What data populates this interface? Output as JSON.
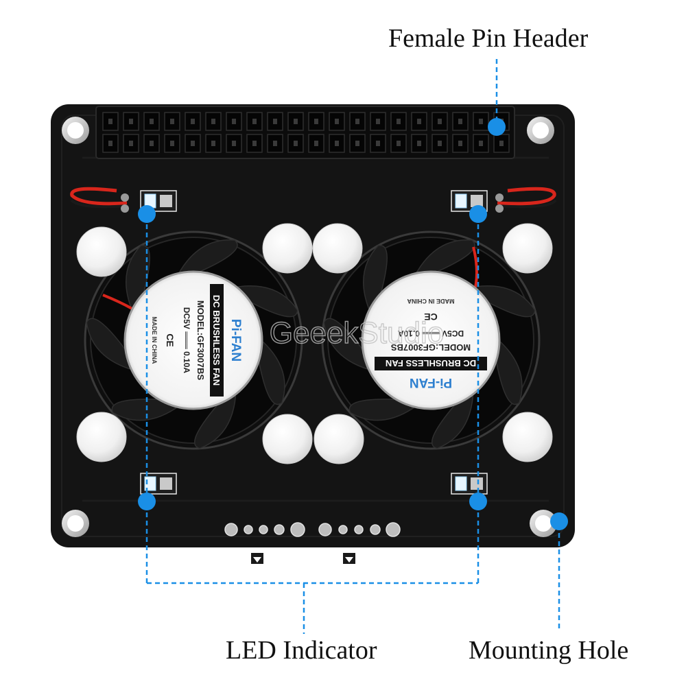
{
  "labels": {
    "female_pin_header": "Female Pin Header",
    "led_indicator": "LED Indicator",
    "mounting_hole": "Mounting Hole"
  },
  "fan_left": {
    "brand": "Pi-FAN",
    "type": "DC BRUSHLESS FAN",
    "model": "MODEL:GF3007BS",
    "rating": "DC5V ═══ 0.10A",
    "mark": "CE",
    "origin": "MADE IN CHINA"
  },
  "fan_right": {
    "brand": "Pi-FAN",
    "type": "DC BRUSHLESS FAN",
    "model": "MODEL:GF3007BS",
    "rating": "DC5V ═══ 0.10A",
    "mark": "CE",
    "origin": "MADE IN CHINA"
  },
  "watermark": "GeeekStudio",
  "colors": {
    "board": "#141414",
    "callout": "#1a8fe6",
    "led": "#e8f6ff",
    "standoff": "#f4f4f4"
  }
}
